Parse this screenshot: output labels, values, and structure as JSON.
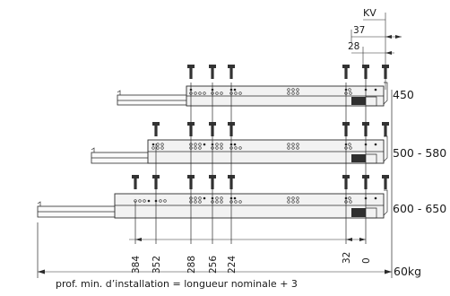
{
  "labels": {
    "kv": "KV",
    "dim_37": "37",
    "dim_28": "28",
    "size_1": "450",
    "size_2": "500 - 580",
    "size_3": "600 - 650",
    "load": "60kg",
    "caption": "prof. min. d’installation = longueur nominale + 3"
  },
  "dimensions": [
    "384",
    "352",
    "288",
    "256",
    "224",
    "32",
    "0"
  ],
  "colors": {
    "line": "#2a2a2a",
    "rail": "#f2f2f2",
    "lock": "#2f2f2f"
  },
  "icons": [
    "screw-icon",
    "mounting-hole-icon",
    "locking-clip-icon"
  ]
}
